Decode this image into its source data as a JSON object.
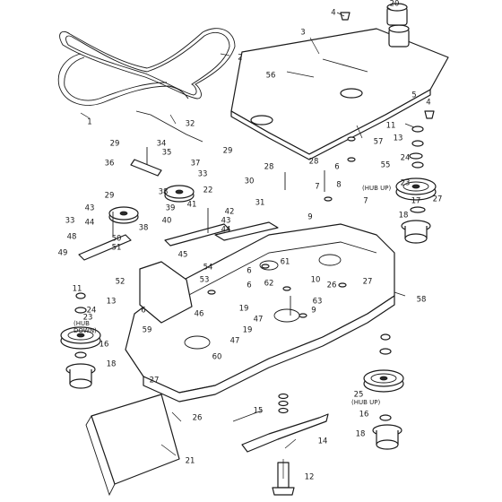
{
  "callouts": [
    "1",
    "2",
    "3",
    "4",
    "4",
    "5",
    "6",
    "6",
    "7",
    "7",
    "8",
    "9",
    "9",
    "10",
    "11",
    "11",
    "12",
    "13",
    "13",
    "14",
    "15",
    "16",
    "16",
    "17",
    "18",
    "18",
    "18",
    "19",
    "19",
    "20",
    "21",
    "22",
    "23",
    "23",
    "24",
    "24",
    "25",
    "26",
    "26",
    "27",
    "27",
    "27",
    "28",
    "28",
    "29",
    "29",
    "29",
    "30",
    "31",
    "32",
    "33",
    "33",
    "34",
    "35",
    "36",
    "37",
    "38",
    "38",
    "39",
    "40",
    "41",
    "42",
    "43",
    "43",
    "44",
    "44",
    "45",
    "46",
    "47",
    "47",
    "48",
    "49",
    "50",
    "51",
    "52",
    "53",
    "54",
    "55",
    "56",
    "57",
    "58",
    "59",
    "60",
    "61",
    "62",
    "63",
    "6",
    "6"
  ],
  "notes": {
    "hub_up_1": "(HUB UP)",
    "hub_up_2": "(HUB UP)",
    "hub_down": "(HUB",
    "hub_down_2": "DOWN)"
  }
}
